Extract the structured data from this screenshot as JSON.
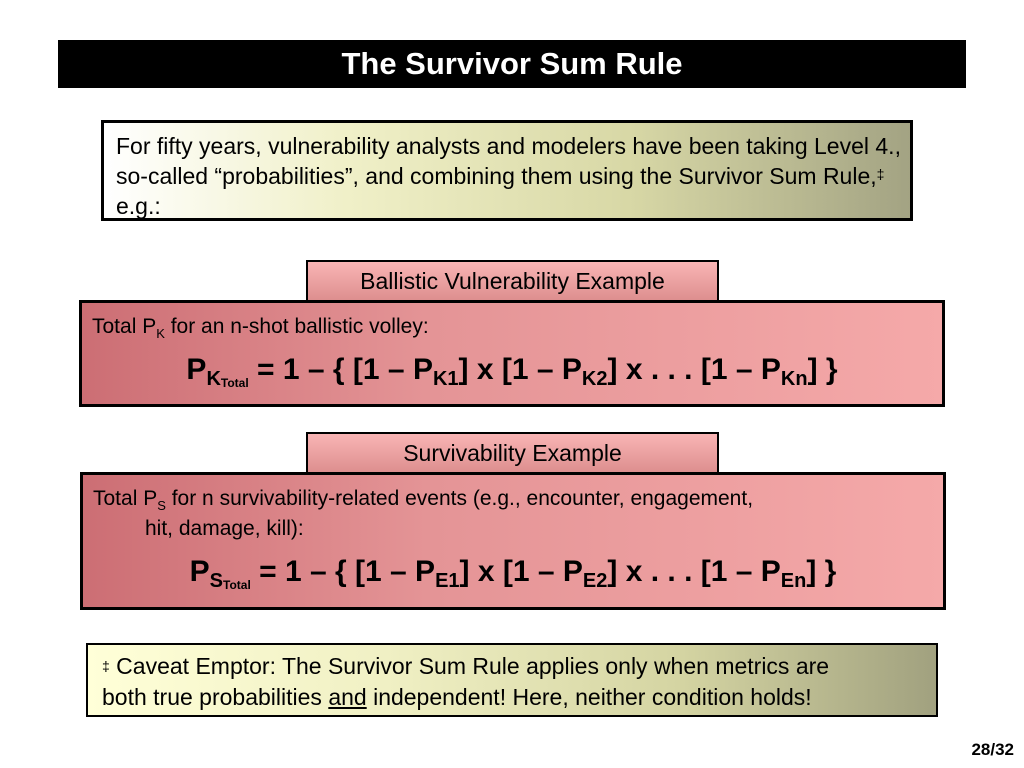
{
  "slide": {
    "title": "The Survivor Sum Rule",
    "intro": {
      "text": "For fifty years, vulnerability analysts and modelers have been taking Level 4., so-called “probabilities”, and combining them using the Survivor Sum Rule,",
      "dagger": "‡",
      "tail": " e.g.:"
    },
    "ballistic": {
      "tab_label": "Ballistic Vulnerability Example",
      "desc_prefix": "Total P",
      "desc_sub": "K",
      "desc_suffix": " for an n-shot ballistic volley:",
      "formula": {
        "lhs_p": "P",
        "lhs_sub": "K",
        "lhs_subsub": "Total",
        "eq": " = 1 – { [1 – P",
        "s1": "K1",
        "mid1": "] x [1 – P",
        "s2": "K2",
        "mid2": "] x . . . [1 – P",
        "sn": "Kn",
        "end": "] }"
      }
    },
    "survivability": {
      "tab_label": "Survivability Example",
      "desc_prefix": "Total P",
      "desc_sub": "S",
      "desc_suffix": " for n survivability-related events (e.g., encounter, engagement,",
      "desc_line2": "hit, damage, kill):",
      "formula": {
        "lhs_p": "P",
        "lhs_sub": "S",
        "lhs_subsub": "Total",
        "eq": " = 1 – { [1 – P",
        "s1": "E1",
        "mid1": "] x [1 – P",
        "s2": "E2",
        "mid2": "] x . . . [1 – P",
        "sn": "En",
        "end": "] }"
      }
    },
    "caveat": {
      "dagger": "‡",
      "line1": " Caveat Emptor: The Survivor Sum Rule applies only when metrics are",
      "line2_a": "both true probabilities ",
      "line2_u": "and",
      "line2_b": " independent!  Here, neither condition holds!"
    },
    "page_number": "28/32"
  }
}
